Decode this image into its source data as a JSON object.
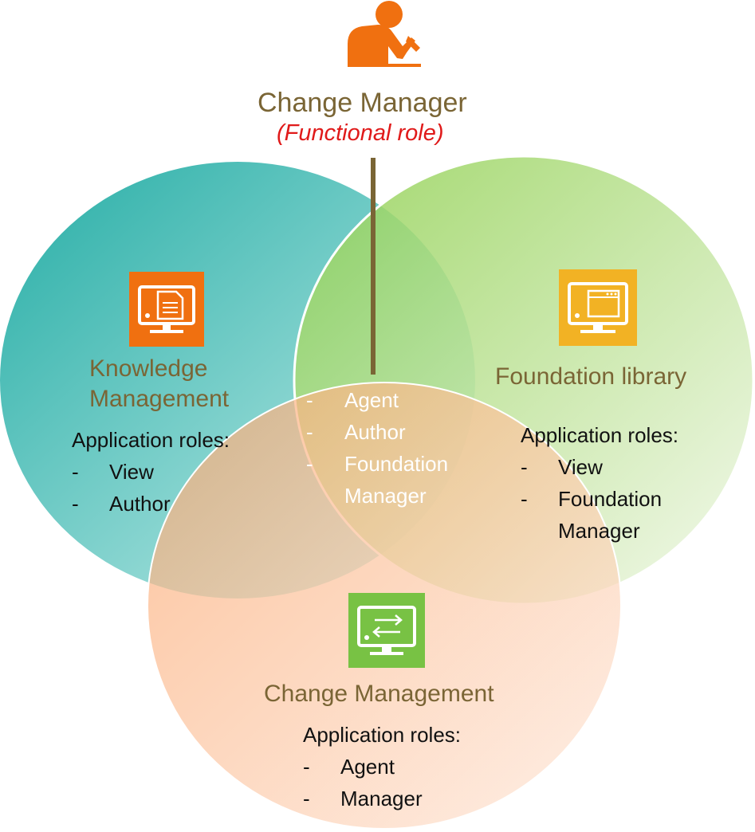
{
  "functional_role": {
    "title": "Change Manager",
    "subtitle": "(Functional role)",
    "icon": "person-writing-icon",
    "icon_color": "#f07010"
  },
  "center": {
    "items": [
      "Agent",
      "Author",
      "Foundation",
      "Manager"
    ],
    "dash": "-"
  },
  "knowledge": {
    "title_line1": "Knowledge",
    "title_line2": "Management",
    "roles_label": "Application roles:",
    "roles": [
      "View",
      "Author"
    ],
    "icon": "document-monitor-icon",
    "icon_color": "#f07010",
    "circle_color": "#2ab3ac"
  },
  "foundation": {
    "title": "Foundation library",
    "roles_label": "Application roles:",
    "roles": [
      "View",
      "Foundation",
      "Manager"
    ],
    "icon": "window-monitor-icon",
    "icon_color": "#f2b224",
    "circle_color": "#9fd765"
  },
  "change": {
    "title": "Change Management",
    "roles_label": "Application roles:",
    "roles": [
      "Agent",
      "Manager"
    ],
    "icon": "exchange-monitor-icon",
    "icon_color": "#78c244",
    "circle_color": "#fbb48a"
  },
  "dash": "-"
}
